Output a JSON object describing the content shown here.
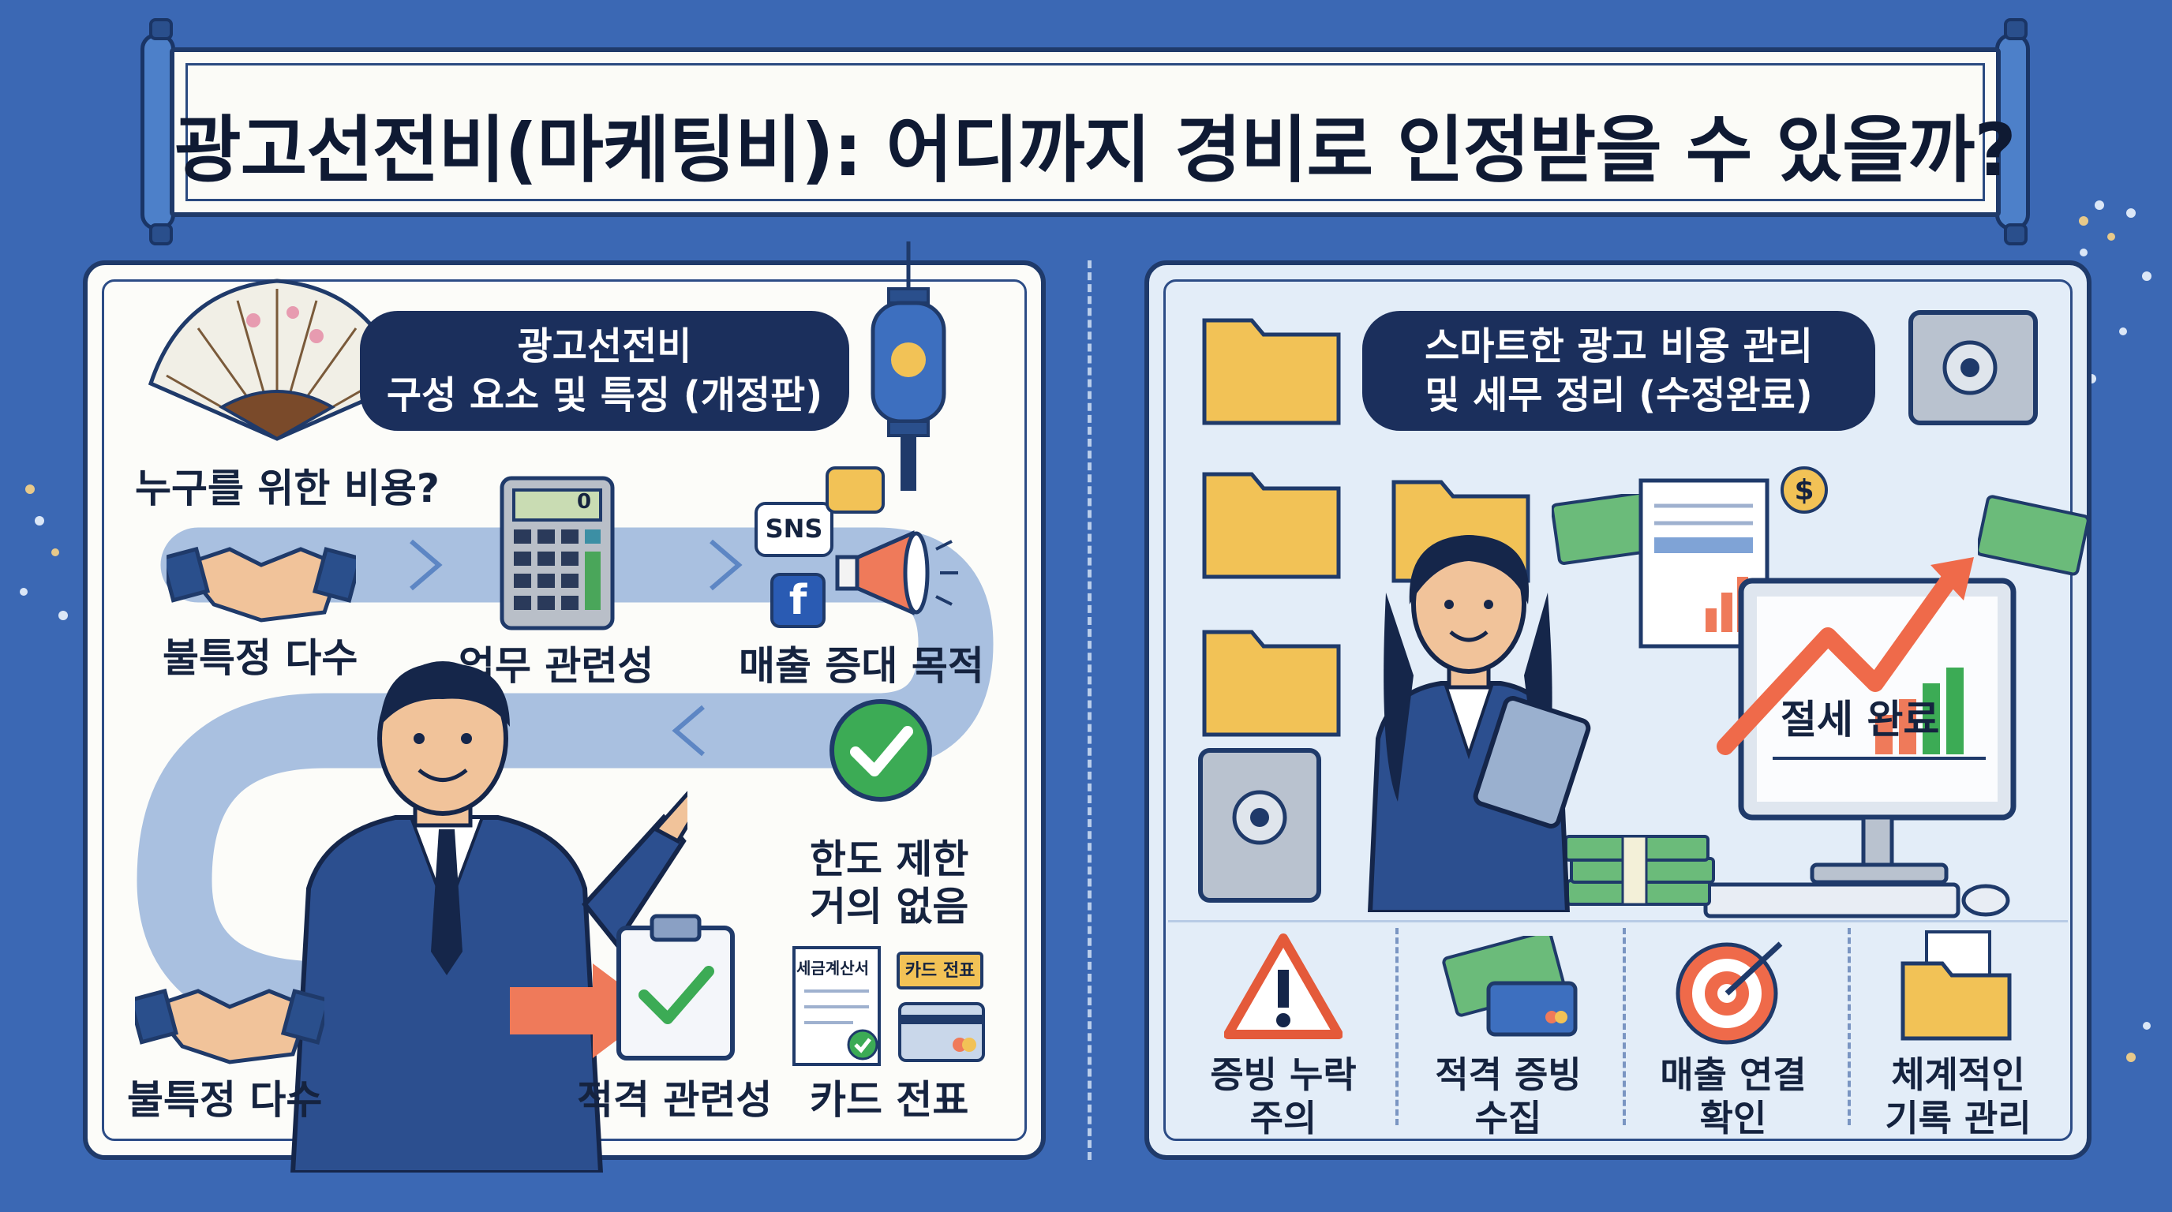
{
  "title": "광고선전비(마케팅비): 어디까지 경비로 인정받을 수 있을까?",
  "left": {
    "header_line1": "광고선전비",
    "header_line2": "구성 요소 및 특징 (개정판)",
    "question": "누구를 위한 비용?",
    "calc_display": "0",
    "sns_badge": "SNS",
    "fb_letter": "f",
    "labels": {
      "many_top": "불특정 다수",
      "business": "업무 관련성",
      "sales": "매출 증대 목적",
      "limit_line1": "한도 제한",
      "limit_line2": "거의 없음",
      "many_bottom": "불특정 다수",
      "qualified": "적격 관련성",
      "card": "카드 전표"
    },
    "tax_invoice_tag": "세금계산서",
    "card_tag": "카드 전표"
  },
  "right": {
    "header_line1": "스마트한 광고 비용 관리",
    "header_line2": "및 세무 정리 (수정완료)",
    "dollar_sign": "$",
    "monitor_text": "절세 완료",
    "items": [
      {
        "line1": "증빙 누락",
        "line2": "주의"
      },
      {
        "line1": "적격 증빙",
        "line2": "수집"
      },
      {
        "line1": "매출 연결",
        "line2": "확인"
      },
      {
        "line1": "체계적인",
        "line2": "기록 관리"
      }
    ]
  },
  "colors": {
    "background": "#3b68b4",
    "navy": "#1b2f5c",
    "path": "#a9c0e0",
    "folder": "#f2c256",
    "check": "#3cab55",
    "arrow": "#ef7a5a"
  }
}
